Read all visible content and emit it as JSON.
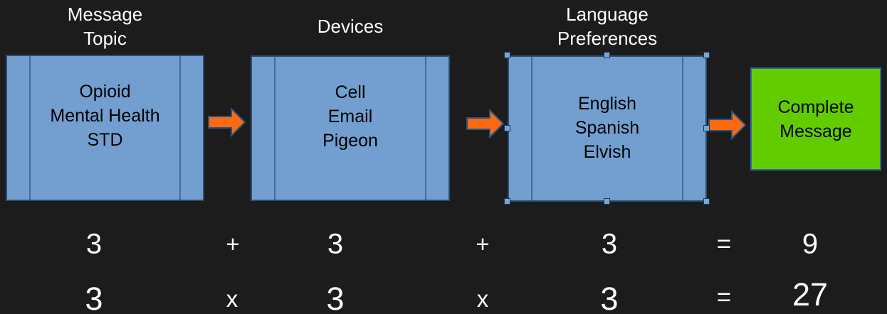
{
  "colors": {
    "background": "#1c1c1c",
    "process_box_fill": "#729fcf",
    "process_box_border": "#2c4d6e",
    "arrow_fill": "#fb6a10",
    "arrow_border": "#2a5480",
    "result_box_fill": "#63cc00",
    "result_box_border": "#3465a4",
    "heading_text": "#ffffff",
    "box_text": "#000000",
    "selection_handle_fill": "#7aa6d6"
  },
  "diagram": {
    "steps": [
      {
        "heading": [
          "Message",
          "Topic"
        ],
        "rows": [
          "Opioid",
          "Mental Health",
          "STD"
        ]
      },
      {
        "heading": [
          "Devices"
        ],
        "rows": [
          "Cell",
          "Email",
          "Pigeon"
        ]
      },
      {
        "heading": [
          "Language",
          "Preferences"
        ],
        "rows": [
          "English",
          "Spanish",
          "Elvish"
        ],
        "selected": true
      }
    ],
    "result": [
      "Complete",
      "Message"
    ]
  },
  "equations": {
    "row1": [
      "3",
      "+",
      "3",
      "+",
      "3",
      "=",
      "9"
    ],
    "row2": [
      "3",
      "x",
      "3",
      "x",
      "3",
      "=",
      "27"
    ]
  }
}
